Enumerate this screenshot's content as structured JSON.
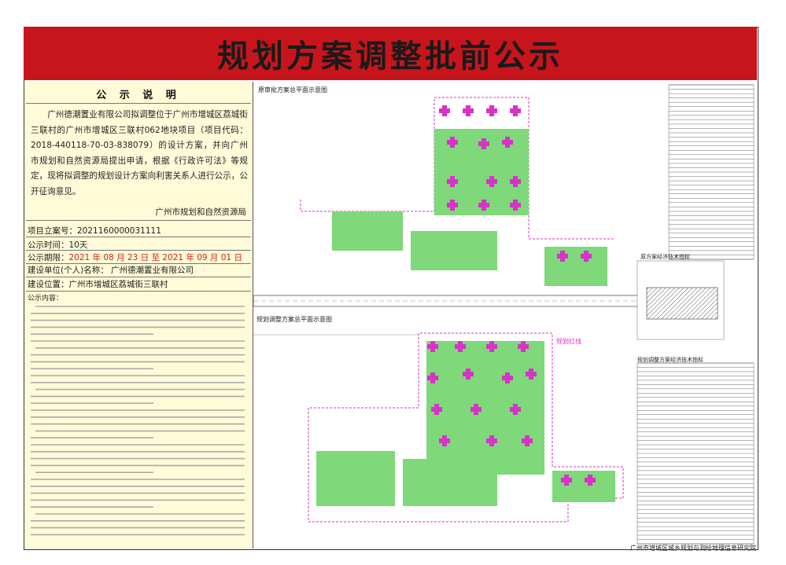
{
  "banner": {
    "title": "规划方案调整批前公示"
  },
  "notice": {
    "heading": "公  示  说  明",
    "intro": "广州德潮置业有限公司拟调整位于广州市增城区荔城街三联村的广州市增城区三联村062地块项目（项目代码：2018-440118-70-03-838079）的设计方案，并向广州市规划和自然资源局提出申请，根据《行政许可法》等规定，现将拟调整的规划设计方案向利害关系人进行公示，公开征询意见。",
    "agency": "广州市规划和自然资源局",
    "project_no_label": "项目立案号：",
    "project_no": "2021160000031111",
    "duration_label": "公示时间：",
    "duration": "10天",
    "period_label": "公示期限：",
    "period": "2021 年 08 月 23 日 至 2021 年 09 月 01 日",
    "builder_label": "建设单位(个人)名称：",
    "builder": "广州德潮置业有限公司",
    "location_label": "建设位置：",
    "location": "广州市增城区荔城街三联村",
    "content_label": "公示内容："
  },
  "plans": {
    "original_label": "原审批方案总平面示意图",
    "adjusted_label": "规划调整方案总平面示意图",
    "boundary_label": "规划红线",
    "table1_title": "原方案经济技术指标",
    "table2_title": "规划调整方案经济技术指标"
  },
  "footer": {
    "text": "广州市增城区城乡规划与测绘地理信息研究院"
  },
  "colors": {
    "banner": "#c8151c",
    "panel": "#fffbd8",
    "green": "#7fd87a",
    "magenta": "#d832c8",
    "red_text": "#d02020"
  }
}
